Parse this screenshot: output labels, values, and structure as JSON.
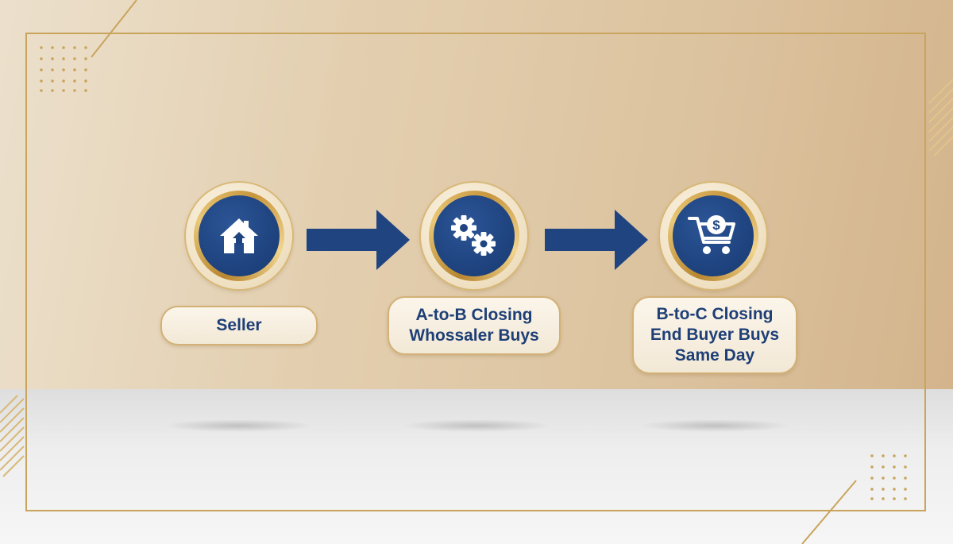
{
  "steps": [
    {
      "label": "Seller",
      "icon": "house-icon"
    },
    {
      "label": "A-to-B Closing\nWhossaler Buys",
      "icon": "gears-icon"
    },
    {
      "label": "B-to-C Closing\nEnd Buyer Buys\nSame Day",
      "icon": "cart-dollar-icon"
    }
  ],
  "colors": {
    "navy": "#1f4480",
    "gold": "#c9a45c",
    "cream": "#f4ead9",
    "text": "#1e3f76"
  }
}
